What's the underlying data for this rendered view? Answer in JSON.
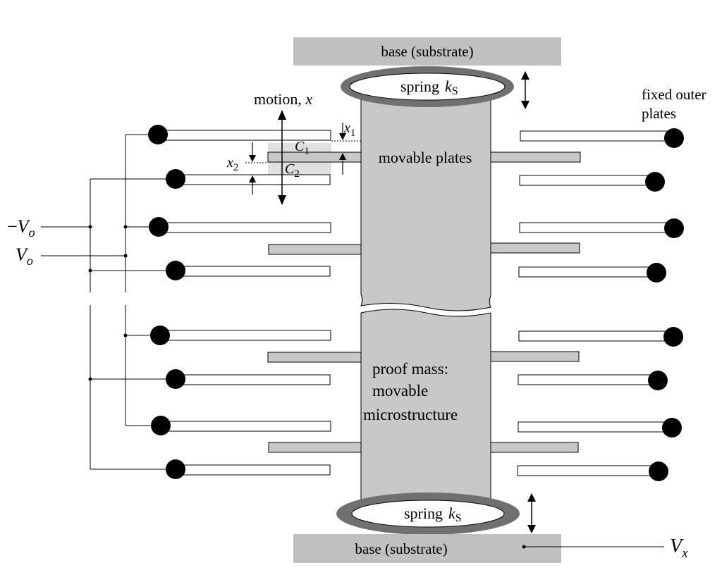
{
  "labels": {
    "base_top": "base (substrate)",
    "base_bottom": "base (substrate)",
    "spring_top": "spring",
    "spring_bottom": "spring",
    "spring_k": "k",
    "spring_k_sub": "S",
    "motion": "motion, ",
    "motion_var": "x",
    "fixed_outer_line1": "fixed outer",
    "fixed_outer_line2": "plates",
    "movable_plates": "movable plates",
    "proof_mass_line1": "proof mass:",
    "proof_mass_line2": "movable",
    "proof_mass_line3": "microstructure",
    "x1_var": "x",
    "x1_sub": "1",
    "x2_var": "x",
    "x2_sub": "2",
    "c1_var": "C",
    "c1_sub": "1",
    "c2_var": "C",
    "c2_sub": "2",
    "minus_vo_sign": "−",
    "minus_vo_var": "V",
    "minus_vo_sub": "o",
    "vo_var": "V",
    "vo_sub": "o",
    "vx_var": "V",
    "vx_sub": "x"
  },
  "colors": {
    "mass_fill": "#c8c8c8",
    "spring_ring": "#707070",
    "base_fill": "#c0c0c0",
    "capacitor_highlight": "#e0e0e0",
    "ink": "#000000"
  }
}
